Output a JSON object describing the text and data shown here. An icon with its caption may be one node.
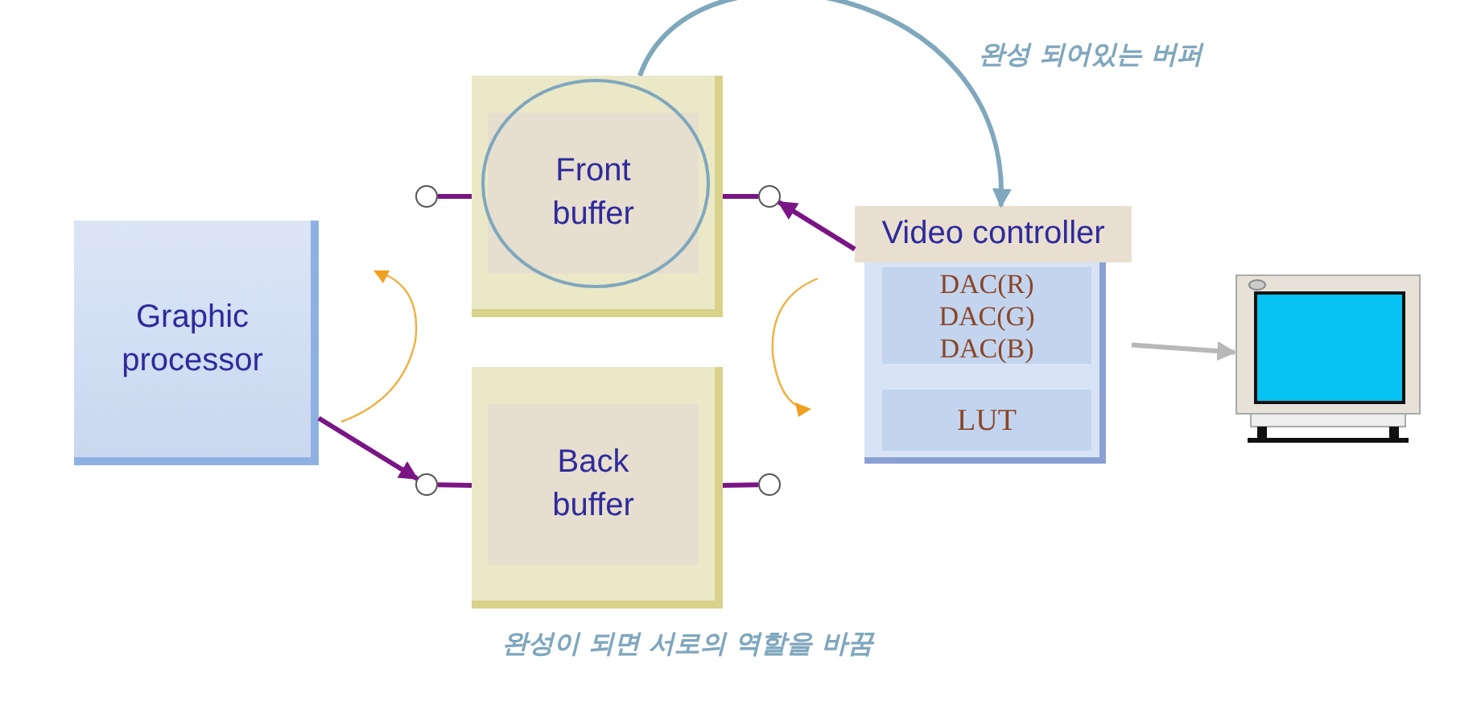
{
  "diagram": {
    "nodes": [
      {
        "text": [
          "Graphic processor"
        ]
      },
      {
        "text": [
          "Front buffer"
        ]
      },
      {
        "text": [
          "Back buffer"
        ]
      },
      {
        "text": [
          "Video controller"
        ]
      },
      {
        "text": [
          "DAC(R)"
        ],
        "in": 3
      },
      {
        "text": [
          "DAC(G)"
        ],
        "in": 3
      },
      {
        "text": [
          "DAC(B)"
        ],
        "in": 3
      },
      {
        "text": [
          "LUT"
        ],
        "in": 3
      },
      {
        "text": [],
        "shape": "picture"
      },
      {
        "text": [],
        "shape": "circle"
      },
      {
        "text": [],
        "shape": "circle"
      },
      {
        "text": [],
        "shape": "circle"
      },
      {
        "text": [],
        "shape": "circle"
      }
    ],
    "edges": [
      {
        "from": 9,
        "to": 1,
        "arrow": "none"
      },
      {
        "from": 1,
        "to": 10,
        "arrow": "none"
      },
      {
        "from": 11,
        "to": 2,
        "arrow": "none"
      },
      {
        "from": 2,
        "to": 12,
        "arrow": "none"
      },
      {
        "from": 0,
        "to": 11,
        "arrow": "to"
      },
      {
        "from": 3,
        "to": 10,
        "arrow": "to"
      },
      {
        "from": 3,
        "to": 8,
        "arrow": "to",
        "color": "#b8b8b8"
      },
      {
        "from": 1,
        "to": 3,
        "arrow": "to",
        "color": "#7fa7bd"
      }
    ],
    "labels": [
      "완성 되어있는 버퍼",
      "완성이 되면 서로의 역할을 바꿈"
    ]
  }
}
